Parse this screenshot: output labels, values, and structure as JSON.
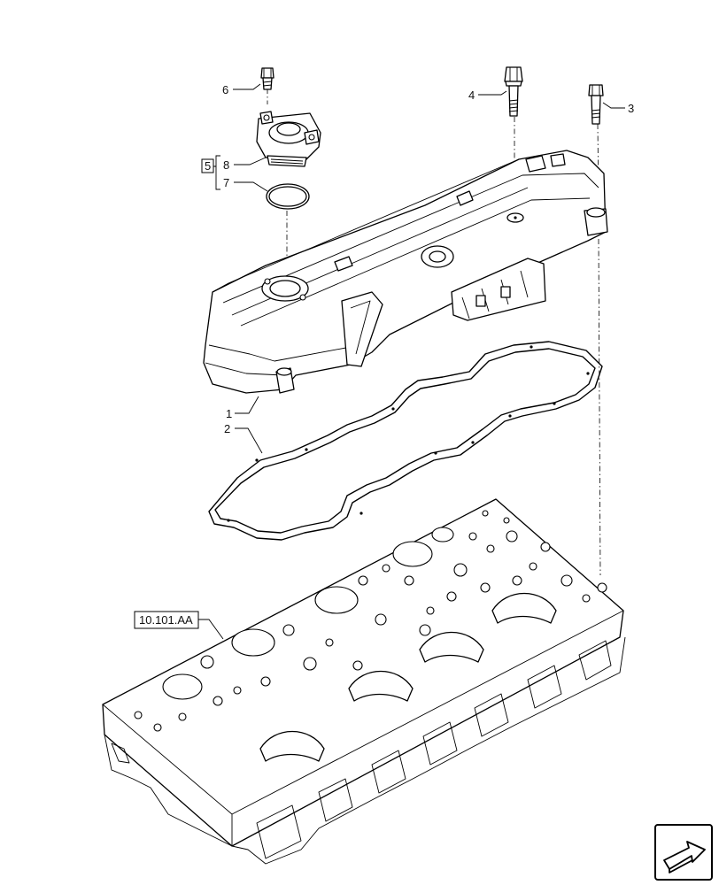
{
  "callouts": {
    "c1": "1",
    "c2": "2",
    "c3": "3",
    "c4": "4",
    "c5": "5",
    "c6": "6",
    "c7": "7",
    "c8": "8"
  },
  "reference": {
    "label": "10.101.AA"
  },
  "nav_icon": {
    "name": "arrow-icon"
  }
}
